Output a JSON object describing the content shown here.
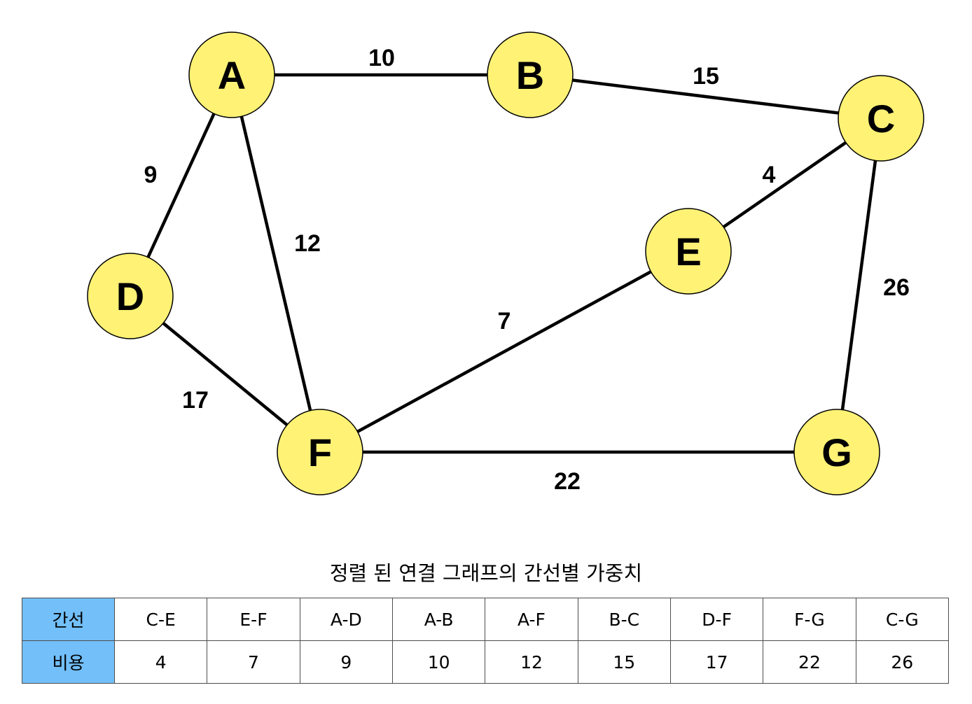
{
  "graph": {
    "nodes": [
      {
        "id": "A",
        "label": "A"
      },
      {
        "id": "B",
        "label": "B"
      },
      {
        "id": "C",
        "label": "C"
      },
      {
        "id": "D",
        "label": "D"
      },
      {
        "id": "E",
        "label": "E"
      },
      {
        "id": "F",
        "label": "F"
      },
      {
        "id": "G",
        "label": "G"
      }
    ],
    "edges": [
      {
        "from": "A",
        "to": "B",
        "weight": "10"
      },
      {
        "from": "B",
        "to": "C",
        "weight": "15"
      },
      {
        "from": "A",
        "to": "D",
        "weight": "9"
      },
      {
        "from": "A",
        "to": "F",
        "weight": "12"
      },
      {
        "from": "C",
        "to": "E",
        "weight": "4"
      },
      {
        "from": "C",
        "to": "G",
        "weight": "26"
      },
      {
        "from": "E",
        "to": "F",
        "weight": "7"
      },
      {
        "from": "D",
        "to": "F",
        "weight": "17"
      },
      {
        "from": "F",
        "to": "G",
        "weight": "22"
      }
    ],
    "colors": {
      "node_fill": "#fff275",
      "line": "#000000"
    }
  },
  "table": {
    "caption": "정렬 된 연결 그래프의 간선별 가중치",
    "edge_header": "간선",
    "cost_header": "비용",
    "edges": [
      "C-E",
      "E-F",
      "A-D",
      "A-B",
      "A-F",
      "B-C",
      "D-F",
      "F-G",
      "C-G"
    ],
    "costs": [
      "4",
      "7",
      "9",
      "10",
      "12",
      "15",
      "17",
      "22",
      "26"
    ],
    "header_color": "#72bff9"
  }
}
